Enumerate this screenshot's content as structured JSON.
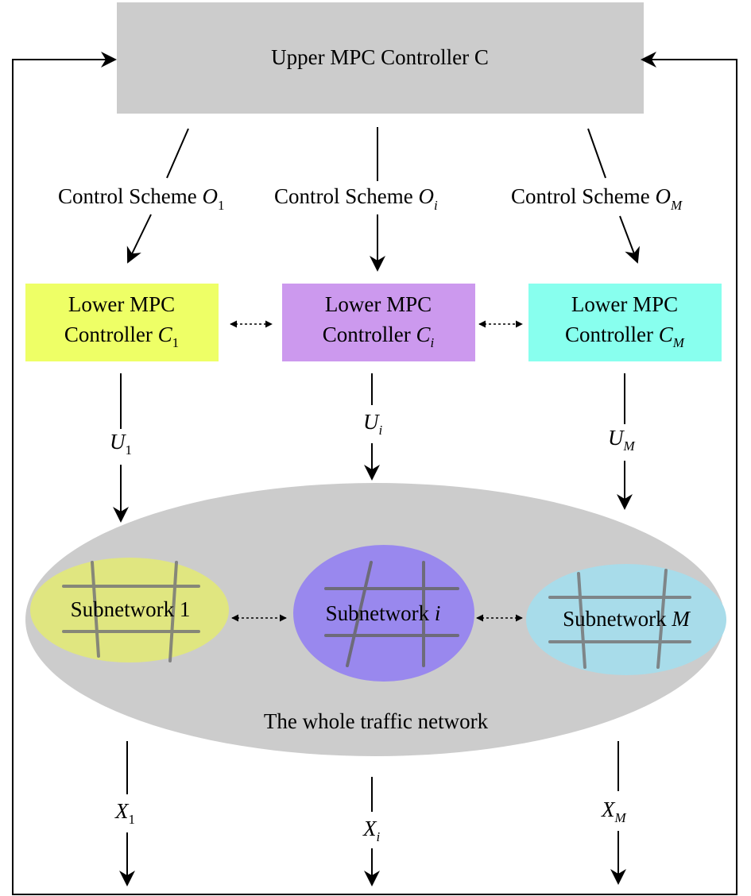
{
  "upper_controller": {
    "label": "Upper MPC Controller C",
    "color": "#cccccc"
  },
  "control_schemes": [
    {
      "prefix": "Control Scheme ",
      "var": "O",
      "sub": "1"
    },
    {
      "prefix": "Control Scheme ",
      "var": "O",
      "sub": "i"
    },
    {
      "prefix": "Control Scheme ",
      "var": "O",
      "sub": "M"
    }
  ],
  "lower_controllers": [
    {
      "line1": "Lower MPC",
      "line2": "Controller ",
      "var": "C",
      "sub": "1",
      "color": "#eeff66"
    },
    {
      "line1": "Lower MPC",
      "line2": "Controller ",
      "var": "C",
      "sub": "i",
      "color": "#cc99ee"
    },
    {
      "line1": "Lower MPC",
      "line2": "Controller ",
      "var": "C",
      "sub": "M",
      "color": "#88ffee"
    }
  ],
  "control_inputs": [
    {
      "var": "U",
      "sub": "1"
    },
    {
      "var": "U",
      "sub": "i"
    },
    {
      "var": "U",
      "sub": "M"
    }
  ],
  "network": {
    "label": "The whole traffic network",
    "color": "#cccccc"
  },
  "subnetworks": [
    {
      "label": "Subnetwork 1",
      "var": "",
      "color": "#e0e680"
    },
    {
      "label": "Subnetwork ",
      "var": "i",
      "color": "#9988ee"
    },
    {
      "label": "Subnetwork ",
      "var": "M",
      "color": "#a8dcea"
    }
  ],
  "states": [
    {
      "var": "X",
      "sub": "1"
    },
    {
      "var": "X",
      "sub": "i"
    },
    {
      "var": "X",
      "sub": "M"
    }
  ]
}
